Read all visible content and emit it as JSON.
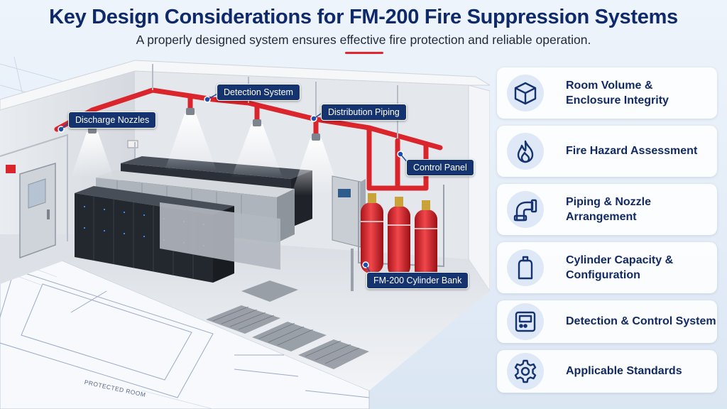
{
  "header": {
    "title": "Key Design Considerations for FM-200 Fire Suppression Systems",
    "subtitle": "A properly designed system ensures effective fire protection and reliable operation."
  },
  "diagram": {
    "callouts": {
      "detection": "Detection System",
      "nozzles": "Discharge Nozzles",
      "piping": "Distribution Piping",
      "panel": "Control Panel",
      "cylinders": "FM-200 Cylinder Bank"
    },
    "plan_label": "PROTECTED ROOM"
  },
  "considerations": [
    {
      "line1": "Room Volume &",
      "line2": "Enclosure Integrity",
      "icon": "cube-icon"
    },
    {
      "line1": "Fire Hazard Assessment",
      "line2": "",
      "icon": "flame-icon"
    },
    {
      "line1": "Piping & Nozzle",
      "line2": "Arrangement",
      "icon": "pipe-icon"
    },
    {
      "line1": "Cylinder Capacity &",
      "line2": "Configuration",
      "icon": "cylinder-icon"
    },
    {
      "line1": "Detection & Control System",
      "line2": "",
      "icon": "control-panel-icon"
    },
    {
      "line1": "Applicable Standards",
      "line2": "",
      "icon": "gear-icon"
    }
  ],
  "colors": {
    "title": "#0f2a6b",
    "accent": "#e3262e",
    "pipe": "#d9252b",
    "callout_bg": "#14336f"
  }
}
